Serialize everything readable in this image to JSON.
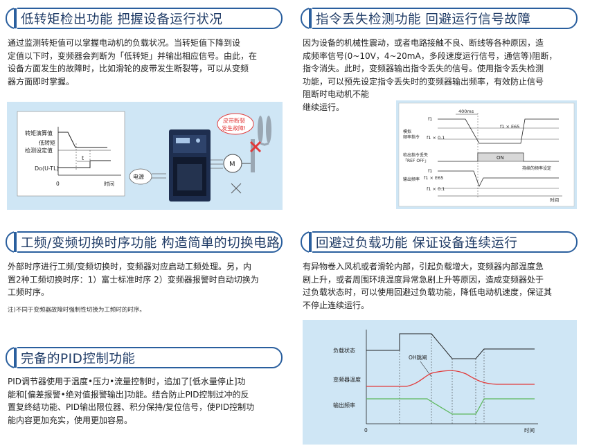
{
  "colors": {
    "accent": "#2a5f9e",
    "panel": "#cfe6f5",
    "red": "#e23a3a",
    "green": "#5cb85c"
  },
  "s1": {
    "title": "低转矩检出功能 把握设备运行状况",
    "lines": [
      "通过监测转矩值可以掌握电动机的负载状况。当转矩值下降到设",
      "定值以下时，变频器会判断为「低转矩」并输出相应信号。由此，在",
      "设备方面发生的故障时，比如滑轮的皮带发生断裂等，可以从变频",
      "器方面即时掌握。"
    ],
    "diagram": {
      "torque_calc": "转矩演算值",
      "low_torque_1": "低转矩",
      "low_torque_2": "检测设定值",
      "output": "Do(U-TL)",
      "t_label": "t",
      "origin": "0",
      "time": "时间",
      "power": "电源",
      "motor": "M",
      "belt_1": "皮带断裂",
      "belt_2": "发生故障!"
    }
  },
  "s2": {
    "title": "指令丢失检测功能 回避运行信号故障",
    "lines": [
      "因为设备的机械性震动，或者电路接触不良、断线等各种原因，造",
      "成频率信号(0~10V，4~20mA，多段速度运行信号，通信等)阻断，",
      "指令消失。此时，变频器输出指令丢失的信号。使用指令丢失检测",
      "功能，可以预先设定指令丢失时的变频器输出频率，有效防止信号",
      "阻断时电动机不能",
      "继续运行。"
    ],
    "diagram": {
      "t400": "400ms",
      "f1": "f1",
      "f1_ebs": "f1 × E65",
      "f1_01": "f1 × 0.1",
      "analog_1": "模拟",
      "analog_2": "频率指令",
      "loss_1": "检出指令丢失",
      "loss_2": "「REF OFF」",
      "on": "ON",
      "out_freq": "输出频率",
      "f1_ebs2": "f1 × E65",
      "f1_012": "f1 × 0.1",
      "continue": "持续的频率设定",
      "time": "时间"
    }
  },
  "s3": {
    "title": "工频/变频切换时序功能 构造简单的切换电路",
    "lines": [
      "外部时序进行工频/变频切换时，变频器对应启动工频处理。另，内",
      "置2种工频切换时序：1）富士标准时序 2）变频器报警时自动切换为",
      "工频时序。"
    ],
    "note": "注)不同于变频器故障时强制性切换为工频时的时序。"
  },
  "s4": {
    "title": "回避过负载功能 保证设备连续运行",
    "lines": [
      "有异物卷入风机或者滑轮内部，引起负载增大，变频器内部温度急",
      "剧上升，或者周围环境温度异常急剧上升等原因，造成变频器处于",
      "过负载状态时，可以使用回避过负载功能，降低电动机速度，保证其",
      "不停止连续运行。"
    ],
    "chart": {
      "load": "负载状态",
      "temp": "变频器温度",
      "out": "输出频率",
      "oh": "OH跳闸",
      "origin": "0",
      "time": "时间"
    }
  },
  "s5": {
    "title": "完备的PID控制功能",
    "lines": [
      "PID调节器使用于温度•压力•流量控制时，追加了[低水量停止]功",
      "能和[偏差报警•绝对值报警输出]功能。结合防止PID控制过冲的反",
      "置复终结功能、PID输出限位器、积分保持/复位信号，使PID控制功",
      "能内容更加充实，使用更加容易。"
    ]
  }
}
